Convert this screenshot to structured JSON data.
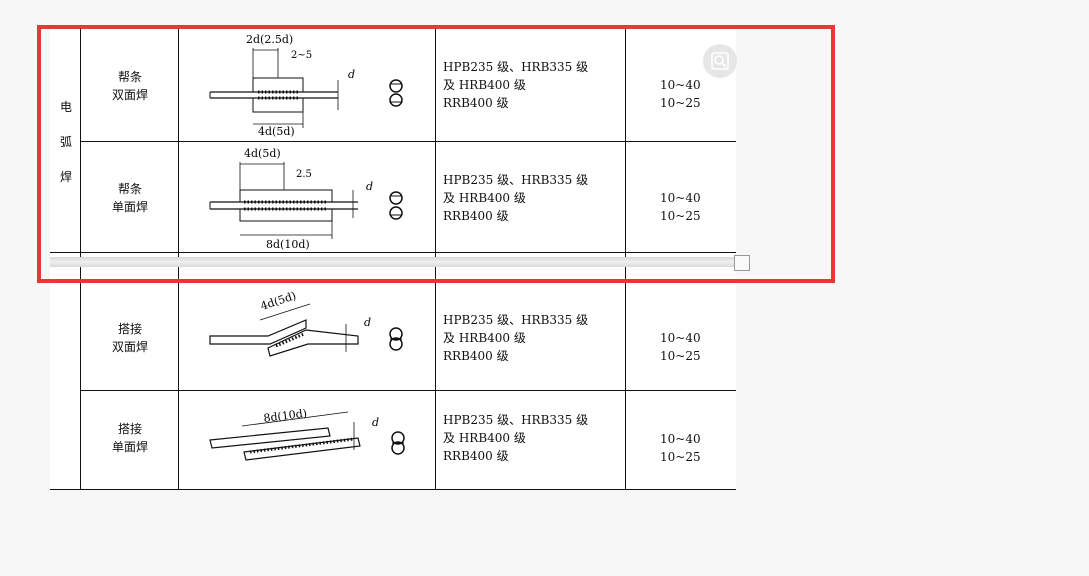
{
  "category": {
    "chars": [
      "电",
      "弧",
      "焊"
    ]
  },
  "rows": [
    {
      "type_lines": [
        "帮条",
        "双面焊"
      ],
      "dims": {
        "top": "2d(2.5d)",
        "gap": "2~5",
        "bottom": "4d(5d)",
        "d": "d"
      },
      "grade_lines": [
        "HPB235 级、HRB335 级",
        "及 HRB400 级",
        "RRB400 级"
      ],
      "range_lines": [
        "10~40",
        "10~25"
      ]
    },
    {
      "type_lines": [
        "帮条",
        "单面焊"
      ],
      "dims": {
        "top": "4d(5d)",
        "gap": "2.5",
        "bottom": "8d(10d)",
        "d": "d"
      },
      "grade_lines": [
        "HPB235 级、HRB335 级",
        "及 HRB400 级",
        "RRB400 级"
      ],
      "range_lines": [
        "10~40",
        "10~25"
      ]
    },
    {
      "type_lines": [
        "搭接",
        "双面焊"
      ],
      "dims": {
        "top": "4d(5d)",
        "d": "d"
      },
      "grade_lines": [
        "HPB235 级、HRB335 级",
        "及 HRB400 级",
        "RRB400 级"
      ],
      "range_lines": [
        "10~40",
        "10~25"
      ]
    },
    {
      "type_lines": [
        "搭接",
        "单面焊"
      ],
      "dims": {
        "top": "8d(10d)",
        "d": "d"
      },
      "grade_lines": [
        "HPB235 级、HRB335 级",
        "及 HRB400 级",
        "RRB400 级"
      ],
      "range_lines": [
        "10~40",
        "10~25"
      ]
    }
  ],
  "icons": {
    "zoom": "zoom-search-icon",
    "scroll": "scroll-handle"
  },
  "colors": {
    "highlight": "#e53935"
  }
}
